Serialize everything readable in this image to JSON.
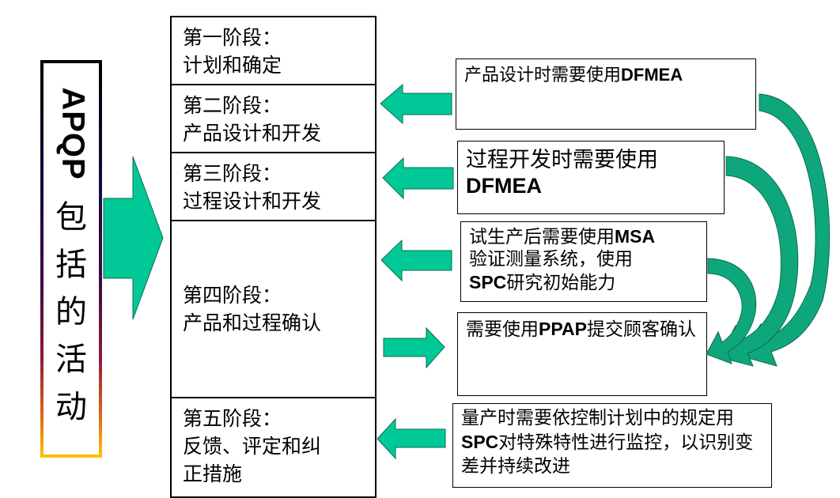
{
  "title": {
    "latin": "APQP",
    "cjk": [
      "包",
      "括",
      "的",
      "活",
      "动"
    ]
  },
  "stages": [
    {
      "name": "第一阶段：",
      "desc": [
        "计划和确定"
      ]
    },
    {
      "name": "第二阶段：",
      "desc": [
        "产品设计和开发"
      ]
    },
    {
      "name": "第三阶段：",
      "desc": [
        "过程设计和开发"
      ]
    },
    {
      "name": "第四阶段：",
      "desc": [
        "产品和过程确认"
      ]
    },
    {
      "name": "第五阶段：",
      "desc": [
        "反馈、评定和纠",
        "正措施"
      ]
    }
  ],
  "notes": [
    {
      "pre": "产品设计时需要使用",
      "bold": "DFMEA",
      "post": ""
    },
    {
      "pre": "过程开发时需要使用",
      "bold": "DFMEA",
      "post": ""
    },
    {
      "pre": "试生产后需要使用",
      "bold": "MSA",
      "post": "验证测量系统，使用",
      "bold2": "SPC",
      "post2": "研究初始能力"
    },
    {
      "pre": "需要使用",
      "bold": "PPAP",
      "post": "提交顾客确认"
    },
    {
      "pre": "量产时需要依控制计划中的规定用",
      "bold": "SPC",
      "post": "对特殊特性进行监控，以识别变差并持续改进"
    }
  ],
  "colors": {
    "arrow_fill": "#00c897",
    "arrow_stroke": "#0d6b4f",
    "curved_arrow_fill": "#0ea77c"
  }
}
